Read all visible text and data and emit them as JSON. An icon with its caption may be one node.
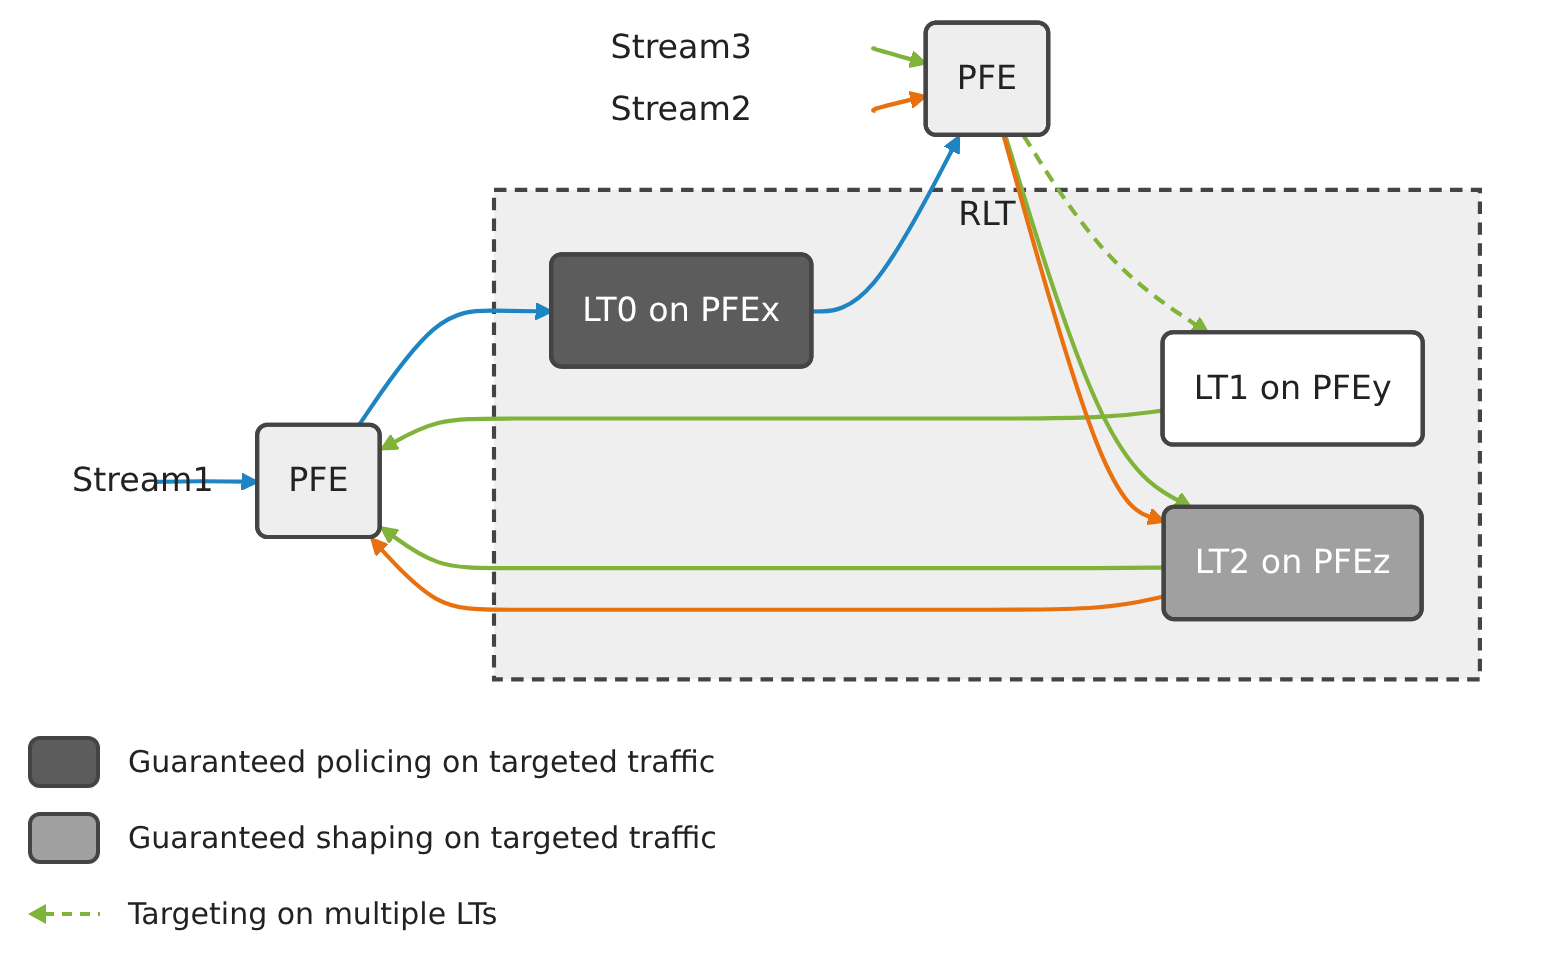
{
  "diagram": {
    "nodes": [
      {
        "text": [
          "Stream1"
        ]
      },
      {
        "text": [
          "PFE"
        ]
      },
      {
        "text": [
          "RLT"
        ]
      },
      {
        "text": [
          "LT0 on PFEx"
        ],
        "in": 2
      },
      {
        "text": [
          "LT1 on PFEy"
        ],
        "in": 2
      },
      {
        "text": [
          "LT2 on PFEz"
        ],
        "in": 2
      },
      {
        "text": [
          "PFE"
        ]
      },
      {
        "text": [
          "Stream3"
        ]
      },
      {
        "text": [
          "Stream2"
        ]
      }
    ],
    "edges": [
      {
        "from": 0,
        "to": 1,
        "arrow": "to",
        "color": "#1f84c2"
      },
      {
        "from": 1,
        "to": 3,
        "arrow": "to",
        "color": "#1f84c2"
      },
      {
        "from": 3,
        "to": 6,
        "arrow": "to",
        "color": "#1f84c2"
      },
      {
        "from": 7,
        "to": 6,
        "arrow": "to"
      },
      {
        "from": 8,
        "to": 6,
        "arrow": "to",
        "color": "#e8700f"
      },
      {
        "from": 6,
        "to": 4,
        "arrow": "to",
        "style": "dashed"
      },
      {
        "from": 4,
        "to": 1,
        "arrow": "to"
      },
      {
        "from": 6,
        "to": 5,
        "arrow": "to"
      },
      {
        "from": 5,
        "to": 1,
        "arrow": "to"
      },
      {
        "from": 6,
        "to": 5,
        "arrow": "to",
        "color": "#e8700f"
      },
      {
        "from": 5,
        "to": 1,
        "arrow": "to",
        "color": "#e8700f"
      }
    ],
    "legend": [
      {
        "text": "Guaranteed policing on targeted traffic",
        "color": "#5c5c5c"
      },
      {
        "text": "Guaranteed shaping on targeted traffic",
        "color": "#a0a0a0"
      },
      {
        "text": "Targeting on multiple LTs"
      }
    ]
  }
}
